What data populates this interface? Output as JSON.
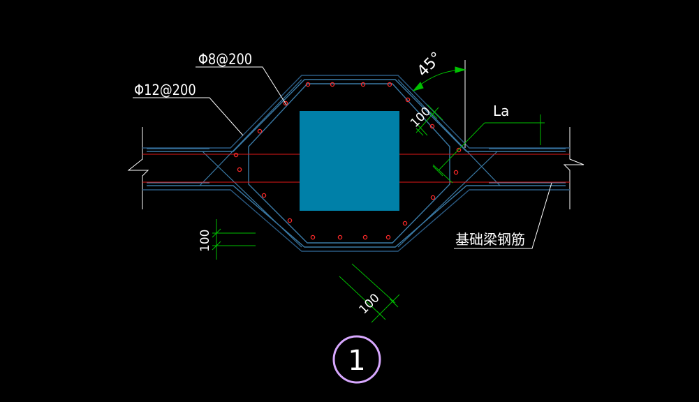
{
  "labels": {
    "stirrup_small": "Φ8@200",
    "stirrup_large": "Φ12@200",
    "angle": "45°",
    "anchorage": "La",
    "beam_rebar": "基础梁钢筋",
    "detail_number": "1"
  },
  "dimensions": {
    "offset_top_right": "100",
    "offset_left": "100",
    "offset_bottom": "100"
  },
  "colors": {
    "background": "#000000",
    "column": "#0080a8",
    "rebar_outline": "#2a5a82",
    "rebar_inner": "#3a7aa6",
    "rebar_dots": "#ff2a2a",
    "red_bars": "#e01818",
    "dim_lines": "#00c000",
    "leaders": "#ffffff",
    "circle": "#d8a8ff"
  }
}
